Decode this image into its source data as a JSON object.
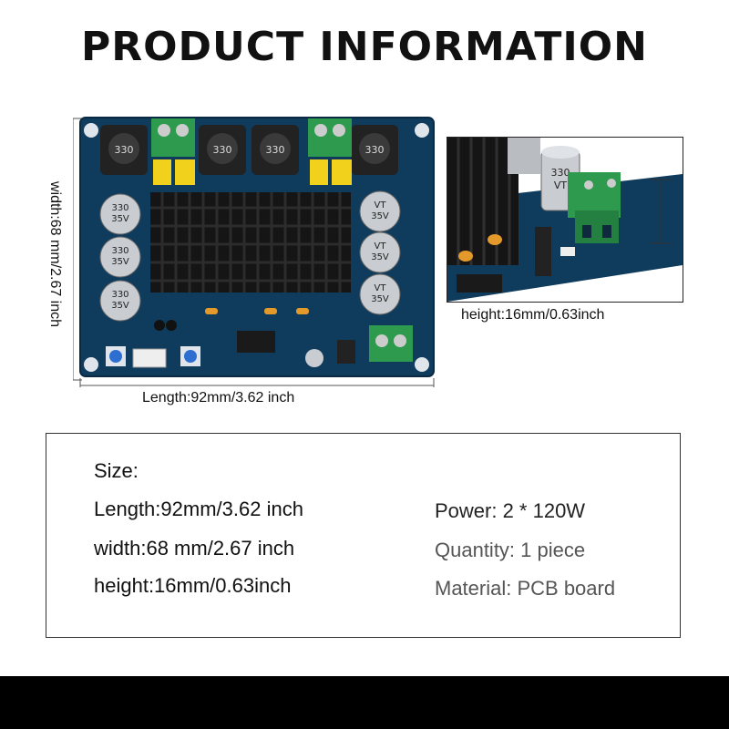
{
  "title": "PRODUCT INFORMATION",
  "dimensions": {
    "width_label": "width:68 mm/2.67 inch",
    "length_label": "Length:92mm/3.62 inch",
    "height_label": "height:16mm/0.63inch"
  },
  "board": {
    "cap_text_top": "330",
    "cap_text_mid": "35V",
    "cap_text_bot": "VT"
  },
  "info": {
    "size_heading": "Size:",
    "length": "Length:92mm/3.62 inch",
    "width": "width:68 mm/2.67 inch",
    "height": "height:16mm/0.63inch",
    "power": "Power: 2 * 120W",
    "quantity": "Quantity: 1 piece",
    "material": "Material: PCB board"
  },
  "colors": {
    "pcb": "#0f3b5c",
    "heatsink": "#151515",
    "terminal": "#2e9a4e",
    "capacitor_yellow": "#f2d11c"
  }
}
